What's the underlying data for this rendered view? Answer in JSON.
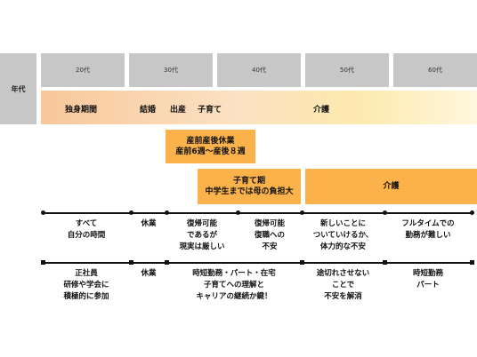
{
  "axis": {
    "label": "年代"
  },
  "decades": [
    "20代",
    "30代",
    "40代",
    "50代",
    "60代"
  ],
  "life_bar": {
    "single": "独身期間",
    "marriage": "結婚",
    "birth": "出産",
    "childcare": "子育て",
    "care": "介護"
  },
  "leave_box": {
    "line1": "産前産後休業",
    "line2": "産前6週〜産後８週"
  },
  "childrearing_box": {
    "line1": "子育て期",
    "line2": "中学生までは母の負担大"
  },
  "care_box": {
    "label": "介護"
  },
  "timeline1": [
    [
      "すべて",
      "自分の時間"
    ],
    [
      "休業"
    ],
    [
      "復帰可能",
      "であるが",
      "現実は厳しい"
    ],
    [
      "復帰可能",
      "復職への",
      "不安"
    ],
    [
      "新しいことに",
      "ついていけるか、",
      "体力的な不安"
    ],
    [
      "フルタイムでの",
      "勤務が難しい"
    ]
  ],
  "timeline2": [
    [
      "正社員",
      "研修や学会に",
      "積極的に参加"
    ],
    [
      "休業"
    ],
    [
      "時短勤務・パート・在宅",
      "子育てへの理解と",
      "キャリアの継続か鍵！"
    ],
    [
      "途切れさせない",
      "ことで",
      "不安を解消"
    ],
    [
      "時短勤務",
      "パート"
    ]
  ],
  "colors": {
    "gray": "#c7c7c7",
    "orange": "#fbb24a",
    "gradient_start": "#f8c79a",
    "gradient_end": "#fff7dd"
  }
}
